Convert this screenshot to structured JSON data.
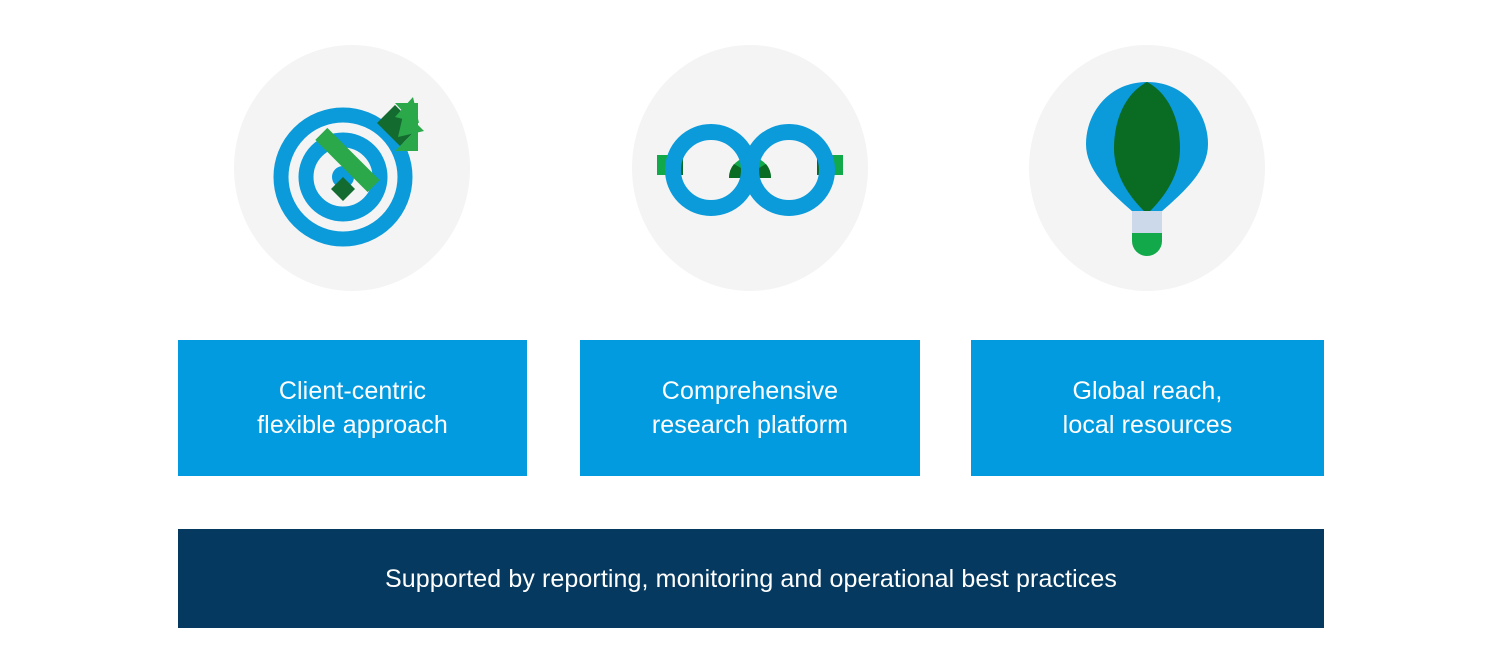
{
  "palette": {
    "background": "#ffffff",
    "icon_disc": "#f4f4f4",
    "brand_blue": "#039be0",
    "icon_blue": "#0b9ada",
    "green": "#12a94a",
    "dark_green": "#0a6b22",
    "deep_green": "#136b2f",
    "navy": "#05395f",
    "basket_band": "#ccd9ea",
    "text_on_color": "#ffffff"
  },
  "icons": [
    {
      "name": "target-arrow-icon",
      "semantic": "target-with-arrow",
      "description": "Concentric blue target rings struck by a green arrow"
    },
    {
      "name": "eyeglasses-icon",
      "semantic": "round-eyeglasses",
      "description": "Round blue eyeglasses with green bridge and green temple tabs"
    },
    {
      "name": "hot-air-balloon-icon",
      "semantic": "hot-air-balloon",
      "description": "Blue and green hot air balloon with light basket band"
    }
  ],
  "cards": [
    {
      "id": "client-centric",
      "label": "Client-centric\nflexible approach",
      "color": "#039be0"
    },
    {
      "id": "comprehensive-research",
      "label": "Comprehensive\nresearch platform",
      "color": "#039be0"
    },
    {
      "id": "global-reach",
      "label": "Global reach,\nlocal resources",
      "color": "#039be0"
    }
  ],
  "banner": {
    "label": "Supported by reporting, monitoring and operational best practices",
    "color": "#05395f"
  }
}
